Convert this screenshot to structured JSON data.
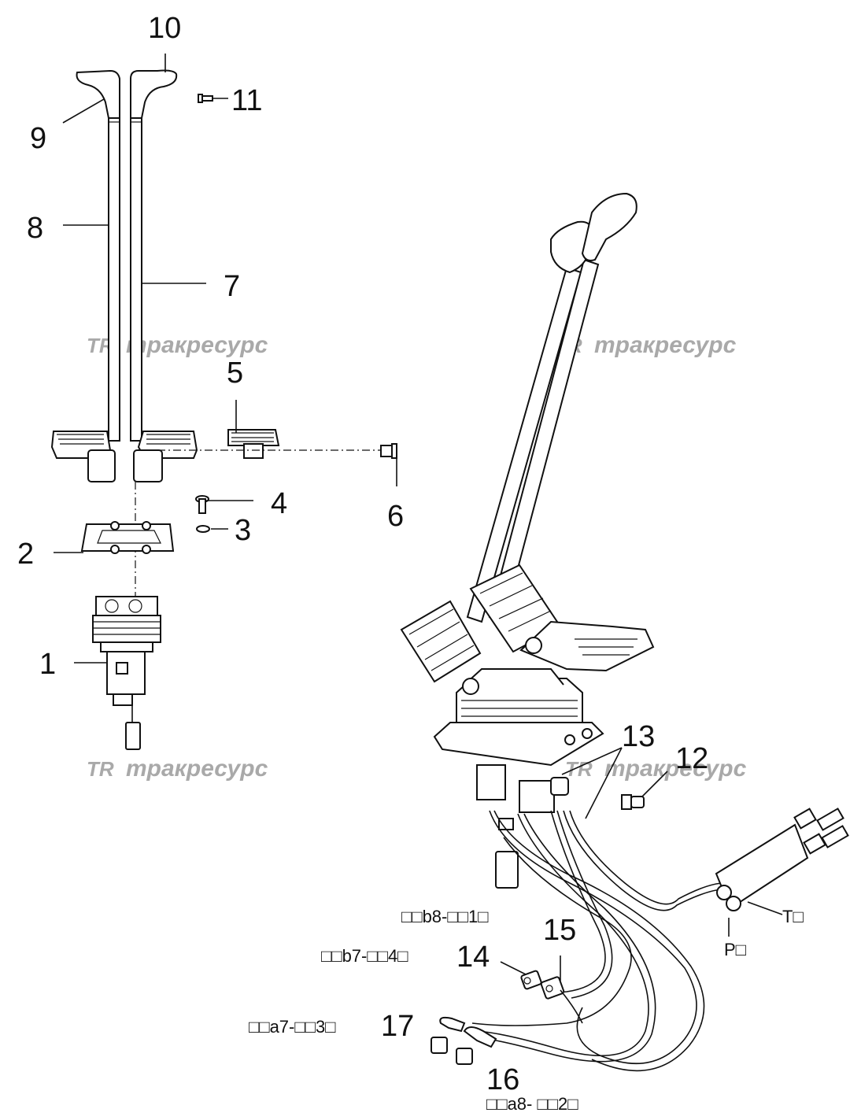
{
  "callouts": {
    "n1": "1",
    "n2": "2",
    "n3": "3",
    "n4": "4",
    "n5": "5",
    "n6": "6",
    "n7": "7",
    "n8": "8",
    "n9": "9",
    "n10": "10",
    "n11": "11",
    "n12": "12",
    "n13": "13",
    "n14": "14",
    "n15": "15",
    "n16": "16",
    "n17": "17"
  },
  "port_labels": {
    "b8": "□□b8-□□1□",
    "b7": "□□b7-□□4□",
    "a7": "□□a7-□□3□",
    "a8": "□□a8- □□2□",
    "t": "T□",
    "p": "P□"
  },
  "watermark": {
    "logo": "TR",
    "text": "тракресурс"
  }
}
